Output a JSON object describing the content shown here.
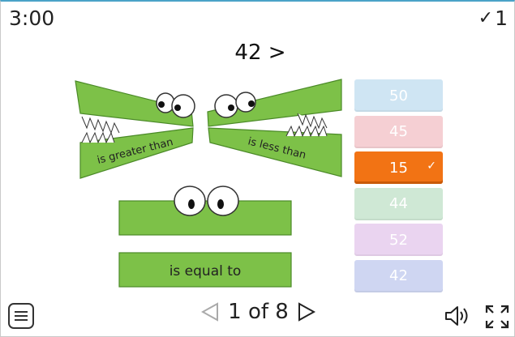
{
  "header": {
    "timer": "3:00",
    "score_check": "✓",
    "score": "1"
  },
  "question": {
    "text": "42 >"
  },
  "illustration": {
    "greater_label": "is greater than",
    "less_label": "is less than",
    "equal_label": "is equal to"
  },
  "answers": [
    {
      "label": "50",
      "color": "#cfe5f3",
      "state": "faded"
    },
    {
      "label": "45",
      "color": "#f5cfd3",
      "state": "faded"
    },
    {
      "label": "15",
      "color": "#f27314",
      "state": "correct"
    },
    {
      "label": "44",
      "color": "#cfe8d5",
      "state": "faded"
    },
    {
      "label": "52",
      "color": "#ead4f0",
      "state": "faded"
    },
    {
      "label": "42",
      "color": "#cfd6f2",
      "state": "faded"
    }
  ],
  "correct_mark": "✓",
  "pager": {
    "current": "1",
    "separator": "of",
    "total": "8",
    "text": "1 of 8"
  },
  "colors": {
    "croc_green": "#7dc148",
    "croc_border": "#4b8a28"
  }
}
